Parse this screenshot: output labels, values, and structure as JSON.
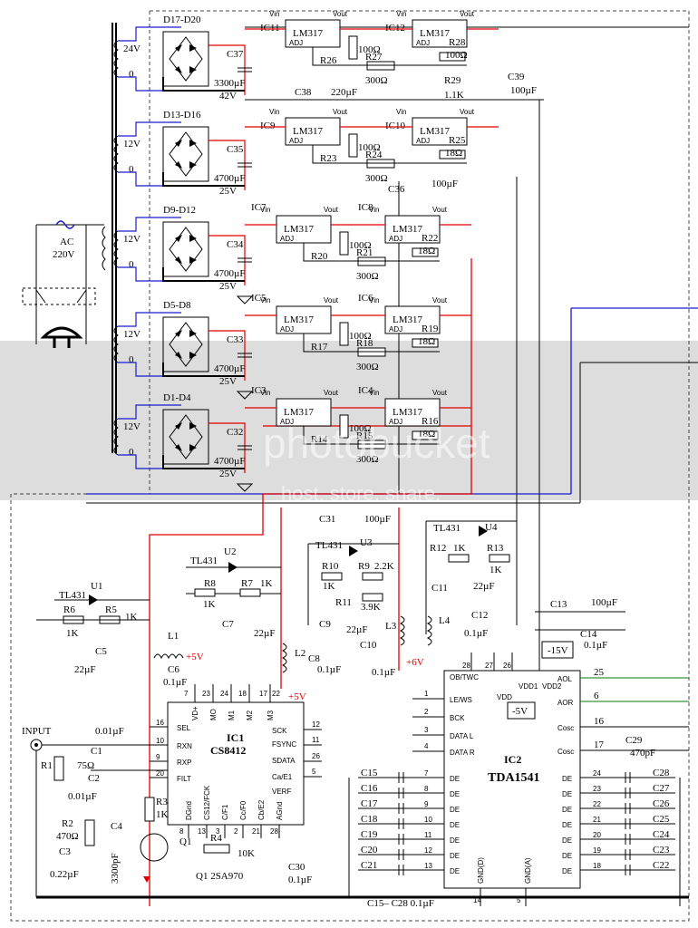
{
  "supply": {
    "ac_label": "AC",
    "ac_voltage": "220V",
    "windows": [
      "24V",
      "12V",
      "12V",
      "12V",
      "12V"
    ],
    "zero": "0",
    "bridges": [
      "D17-D20",
      "D13-D16",
      "D9-D12",
      "D5-D8",
      "D1-D4"
    ],
    "caps": [
      {
        "name": "C37",
        "val": "3300µF",
        "volt": "42V"
      },
      {
        "name": "C35",
        "val": "4700µF",
        "volt": "25V"
      },
      {
        "name": "C34",
        "val": "4700µF",
        "volt": "25V"
      },
      {
        "name": "C33",
        "val": "4700µF",
        "volt": "25V"
      },
      {
        "name": "C32",
        "val": "4700µF",
        "volt": "25V"
      }
    ]
  },
  "regulators": {
    "chip": "LM317",
    "vin": "Vin",
    "vout": "Vout",
    "adj": "ADJ",
    "row1": {
      "ic_a": "IC11",
      "ic_b": "IC12",
      "r_a": "R26",
      "r_a_val": "100Ω",
      "r_b": "R27",
      "r_b_val": "300Ω",
      "r_c": "R28",
      "r_c_val": "100Ω",
      "r_d": "R29",
      "r_d_val": "1.1K",
      "c_out": "C38",
      "c_out_val": "220µF",
      "c_b": "C39",
      "c_b_val": "100µF"
    },
    "row2": {
      "ic_a": "IC9",
      "ic_b": "IC10",
      "r_a": "R23",
      "r_b": "R24",
      "r_b_val": "300Ω",
      "r_c": "R25",
      "r_c_val": "18Ω",
      "r_a_val": "100Ω",
      "c": "C36",
      "c_val": "100µF"
    },
    "row3": {
      "ic_a": "IC7",
      "ic_b": "IC8",
      "r_a": "R20",
      "r_a_val": "100Ω",
      "r_b": "R21",
      "r_b_val": "300Ω",
      "r_c": "R22",
      "r_c_val": "18Ω"
    },
    "row4": {
      "ic_a": "IC5",
      "ic_b": "IC6",
      "r_a": "R17",
      "r_a_val": "100Ω",
      "r_b": "R18",
      "r_b_val": "300Ω",
      "r_c": "R19",
      "r_c_val": "18Ω"
    },
    "row5": {
      "ic_a": "IC3",
      "ic_b": "IC4",
      "r_a": "R14",
      "r_a_val": "100Ω",
      "r_b": "R15",
      "r_b_val": "300Ω",
      "r_c": "R16",
      "r_c_val": "18Ω"
    }
  },
  "refs": {
    "tl431": "TL431",
    "u1": "U1",
    "u2": "U2",
    "u3": "U3",
    "u4": "U4",
    "r6": "R6",
    "r6v": "1K",
    "r5": "R5",
    "r5v": "1K",
    "r8": "R8",
    "r8v": "1K",
    "r7": "R7",
    "r7v": "1K",
    "r10": "R10",
    "r10v": "1K",
    "r9": "R9",
    "r9v": "2.2K",
    "r11": "R11",
    "r11v": "3.9K",
    "r12": "R12",
    "r12v": "1K",
    "r13": "R13",
    "r13v": "1K",
    "c31": "C31",
    "c31v": "100µF",
    "c9": "C9",
    "c9v": "22µF",
    "c7": "C7",
    "c7v": "22µF",
    "c5": "C5",
    "c5v": "22µF",
    "c6": "C6",
    "c6v": "0.1µF",
    "c8": "C8",
    "c8v": "0.1µF",
    "c10": "C10",
    "c10v": "0.1µF",
    "c11": "C11",
    "c11v": "22µF",
    "c12": "C12",
    "c12v": "0.1µF",
    "c13": "C13",
    "c13v": "100µF",
    "c14": "C14",
    "c14v": "0.1µF",
    "l1": "L1",
    "l2": "L2",
    "l3": "L3",
    "l4": "L4",
    "p5v": "+5V",
    "p6v": "+6V",
    "m15v": "-15V",
    "m5v": "-5V"
  },
  "input": {
    "label": "INPUT",
    "c1": "C1",
    "c1v": "0.01µF",
    "c2": "C2",
    "c2v": "0.01µF",
    "r1": "R1",
    "r1v": "75Ω",
    "r2": "R2",
    "r2v": "470Ω",
    "c3": "C3",
    "c3v": "0.22µF",
    "c4": "C4",
    "c4v": "3300pF",
    "r3": "R3",
    "r3v": "1K",
    "r4": "R4",
    "r4v": "10K",
    "q1": "Q1",
    "q1_desc": "Q1 2SA970",
    "c30": "C30",
    "c30v": "0.1µF"
  },
  "ic1": {
    "ref": "IC1",
    "part": "CS8412",
    "pins_left": [
      "SEL",
      "RXN",
      "RXP",
      "FILT"
    ],
    "pins_left_nums": [
      "16",
      "10",
      "9",
      "20"
    ],
    "pins_top": [
      "VD+",
      "MO",
      "M1",
      "M2",
      "M3"
    ],
    "pins_top_nums": [
      "7",
      "23",
      "24",
      "18",
      "17"
    ],
    "pins_right": [
      "SCK",
      "FSYNC",
      "SDATA",
      "Ca/E1",
      "VERF"
    ],
    "pins_right_nums": [
      "12",
      "11",
      "26",
      "5"
    ],
    "pins_bottom": [
      "DGnd",
      "CS12/FCK",
      "C/F1",
      "Cc/F0",
      "Cb/E2",
      "AGnd"
    ],
    "pins_bottom_nums": [
      "8",
      "13",
      "3",
      "2",
      "21",
      "28"
    ],
    "pin22": "22"
  },
  "ic2": {
    "ref": "IC2",
    "part": "TDA1541",
    "pins_left": [
      "OB/TWC",
      "LE/WS",
      "BCK",
      "DATA L",
      "DATA R"
    ],
    "pins_left_nums": [
      "1",
      "2",
      "3",
      "4"
    ],
    "top_nums": [
      "28",
      "27",
      "26"
    ],
    "vdd": "VDD",
    "vdd1": "VDD1",
    "vdd2": "VDD2",
    "pins_right": [
      "AOL",
      "AOR",
      "Cosc",
      "Cosc"
    ],
    "pins_right_nums": [
      "25",
      "6",
      "16",
      "17"
    ],
    "c29": "C29",
    "c29v": "470pF",
    "de": "DE",
    "de_left_nums": [
      "7",
      "8",
      "9",
      "10",
      "11",
      "12",
      "13"
    ],
    "de_right_nums": [
      "24",
      "23",
      "22",
      "21",
      "20",
      "19",
      "18"
    ],
    "caps_left": [
      "C15",
      "C16",
      "C17",
      "C18",
      "C19",
      "C20",
      "C21"
    ],
    "caps_right": [
      "C28",
      "C27",
      "C26",
      "C25",
      "C24",
      "C23",
      "C22"
    ],
    "gnd_d": "GND(D)",
    "gnd_a": "GND(A)",
    "gnd_d_num": "14",
    "gnd_a_num": "5",
    "cap_note": "C15– C28  0.1µF"
  },
  "watermark": {
    "main": "photobucket",
    "sub": "host. store. share."
  }
}
